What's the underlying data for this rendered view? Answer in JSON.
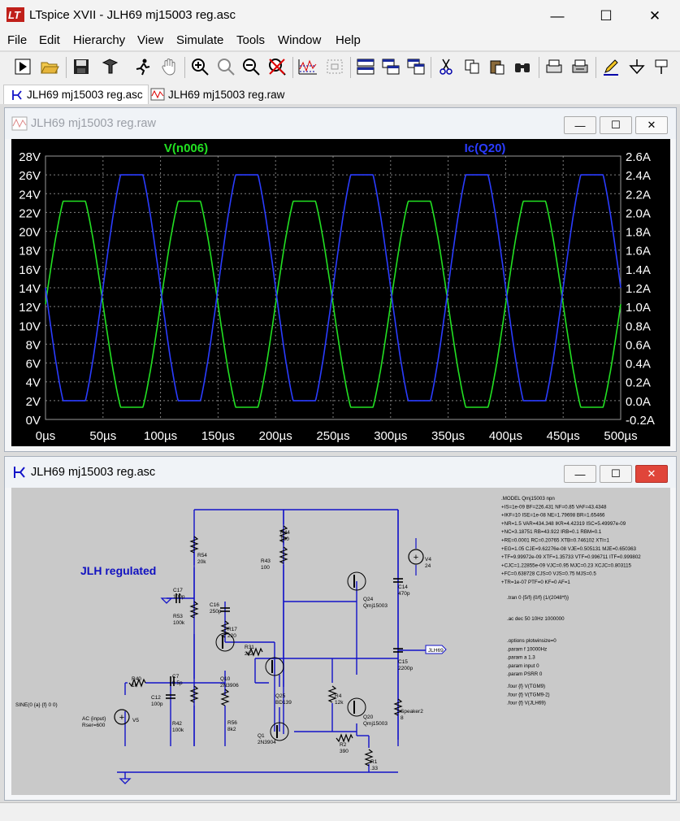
{
  "app": {
    "title": "LTspice XVII - JLH69 mj15003 reg.asc"
  },
  "window_controls": {
    "minimize": "—",
    "maximize": "☐",
    "close": "✕"
  },
  "menu": [
    "File",
    "Edit",
    "Hierarchy",
    "View",
    "Simulate",
    "Tools",
    "Window",
    "Help"
  ],
  "toolbar": {
    "icons": [
      "run-icon",
      "open-icon",
      "save-icon",
      "control-panel-icon",
      "halt-icon",
      "pan-hand-icon",
      "zoom-in-icon",
      "zoom-pan-icon",
      "zoom-out-icon",
      "zoom-cancel-icon",
      "autorange-icon",
      "zoom-fit-icon",
      "tile-horizontal-icon",
      "cascade-icon",
      "tile-vertical-icon",
      "cut-icon",
      "copy-icon",
      "paste-icon",
      "find-icon",
      "print-setup-icon",
      "print-icon",
      "pencil-icon",
      "ground-icon",
      "probe-icon"
    ]
  },
  "tabs": [
    {
      "label": "JLH69 mj15003 reg.asc",
      "active": true,
      "icon": "schematic-icon"
    },
    {
      "label": "JLH69 mj15003 reg.raw",
      "active": false,
      "icon": "waveform-icon"
    }
  ],
  "plot_window": {
    "title": "JLH69 mj15003 reg.raw"
  },
  "schematic_window": {
    "title": "JLH69 mj15003 reg.asc"
  },
  "colors": {
    "v_trace": "#22e022",
    "i_trace": "#2a3cff",
    "plot_bg": "#000000",
    "schematic_bg": "#c9c9c9",
    "wire": "#1212c8",
    "label_blue": "#1010c0"
  },
  "chart_data": {
    "type": "line",
    "x_ticks": [
      "0µs",
      "50µs",
      "100µs",
      "150µs",
      "200µs",
      "250µs",
      "300µs",
      "350µs",
      "400µs",
      "450µs",
      "500µs"
    ],
    "xlim": [
      0,
      500
    ],
    "left_axis": {
      "ticks": [
        "28V",
        "26V",
        "24V",
        "22V",
        "20V",
        "18V",
        "16V",
        "14V",
        "12V",
        "10V",
        "8V",
        "6V",
        "4V",
        "2V",
        "0V"
      ],
      "ylim": [
        0,
        28
      ]
    },
    "right_axis": {
      "ticks": [
        "2.6A",
        "2.4A",
        "2.2A",
        "2.0A",
        "1.8A",
        "1.6A",
        "1.4A",
        "1.2A",
        "1.0A",
        "0.8A",
        "0.6A",
        "0.4A",
        "0.2A",
        "0.0A",
        "-0.2A"
      ],
      "ylim": [
        -0.2,
        2.6
      ]
    },
    "grid": true,
    "series": [
      {
        "name": "V(n006)",
        "axis": "left",
        "unit": "V",
        "period_us": 100,
        "high": 23.2,
        "low": 1.3,
        "mid": 12.25,
        "phase_deg": 0
      },
      {
        "name": "Ic(Q20)",
        "axis": "right",
        "unit": "A",
        "period_us": 100,
        "high": 2.4,
        "low": 0.0,
        "mid": 1.2,
        "phase_deg": 180
      }
    ]
  },
  "schematic": {
    "heading": "JLH regulated",
    "components": [
      {
        "ref": "R54",
        "value": "20k"
      },
      {
        "ref": "C17",
        "value": "100p"
      },
      {
        "ref": "R53",
        "value": "100k"
      },
      {
        "ref": "C16",
        "value": "250p"
      },
      {
        "ref": "R17",
        "value": "220"
      },
      {
        "ref": "R44",
        "value": "100"
      },
      {
        "ref": "R43",
        "value": "100"
      },
      {
        "ref": "V4",
        "value": "24"
      },
      {
        "ref": "Q24",
        "value": "Qmj15003"
      },
      {
        "ref": "C14",
        "value": "470p"
      },
      {
        "ref": "R31",
        "value": "2k2"
      },
      {
        "ref": "C15",
        "value": "2200p"
      },
      {
        "ref": "R40",
        "value": "1k"
      },
      {
        "ref": "C7",
        "value": "0.5p"
      },
      {
        "ref": "C12",
        "value": "100p"
      },
      {
        "ref": "R42",
        "value": "100k"
      },
      {
        "ref": "Q10",
        "value": "2N3906"
      },
      {
        "ref": "R56",
        "value": "8k2"
      },
      {
        "ref": "Q25",
        "value": "BD139"
      },
      {
        "ref": "R4",
        "value": "12k"
      },
      {
        "ref": "Q20",
        "value": "Qmj15003"
      },
      {
        "ref": "Speaker2",
        "value": "8"
      },
      {
        "ref": "Q1",
        "value": "2N3904"
      },
      {
        "ref": "R2",
        "value": "390"
      },
      {
        "ref": "R1",
        "value": ".33"
      },
      {
        "ref": "V5",
        "value": ""
      }
    ],
    "source_text": [
      "SINE(0 {a} {f} 0 0)",
      "AC {input}",
      "Rser=600"
    ],
    "net_label": "JLH69",
    "model_lines": [
      ".MODEL Qmj15003 npn",
      "+IS=1e-09 BF=226.431 NF=0.85 VAF=43.4348",
      "+IKF=10 ISE=1e-08 NE=1.79698 BR=1.65466",
      "+NR=1.5 VAR=434.348 IKR=4.42319 ISC=5.49997e-09",
      "+NC=3.18751 RB=43.922 IRB=0.1 RBM=0.1",
      "+RE=0.0001 RC=0.20765 XTB=0.746102 XTI=1",
      "+EG=1.05 CJE=9.62276e-08 VJE=0.505131 MJE=0.650363",
      "+TF=9.99972e-09 XTF=1.35733 VTF=0.996711 ITF=0.999802",
      "+CJC=1.22855e-09 VJC=0.95 MJC=0.23 XCJC=0.803115",
      "+FC=0.638728 CJS=0 VJS=0.75 MJS=0.5",
      "+TR=1e-07 PTF=0 KF=0 AF=1"
    ],
    "directives_a": [
      ".tran 0 {5/f} {0/f} {1/(2048*f)}"
    ],
    "directives_b": [
      ".ac dec 50 10Hz 1000000"
    ],
    "directives_c": [
      ".options plotwinsize=0",
      ".param f 10000Hz",
      ".param a 1.3",
      ".param input 0",
      ".param PSRR 0"
    ],
    "directives_d": [
      ".four {f} V(TGM9)",
      ".four {f} V(TGM9-2)",
      ".four {f} V(JLH69)"
    ]
  }
}
